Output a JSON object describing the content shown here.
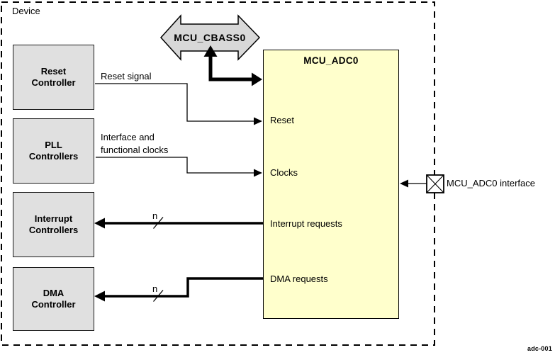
{
  "device": {
    "label": "Device",
    "figure_id": "adc-001"
  },
  "blocks": {
    "reset_controller": "Reset\nController",
    "pll_controllers": "PLL\nControllers",
    "interrupt_controllers": "Interrupt\nControllers",
    "dma_controller": "DMA\nController"
  },
  "bus": {
    "label": "MCU_CBASS0"
  },
  "adc": {
    "title": "MCU_ADC0",
    "ports": {
      "reset": "Reset",
      "clocks": "Clocks",
      "interrupts": "Interrupt requests",
      "dma": "DMA requests"
    }
  },
  "signals": {
    "reset": "Reset signal",
    "clocks": "Interface and\nfunctional clocks",
    "interrupt_bus_width": "n",
    "dma_bus_width": "n"
  },
  "interface": {
    "label": "MCU_ADC0 interface"
  },
  "colors": {
    "block_fill": "#e0e0e0",
    "adc_fill": "#ffffcc",
    "bus_fill": "#d8d8d8",
    "line": "#000000",
    "background": "#ffffff"
  }
}
